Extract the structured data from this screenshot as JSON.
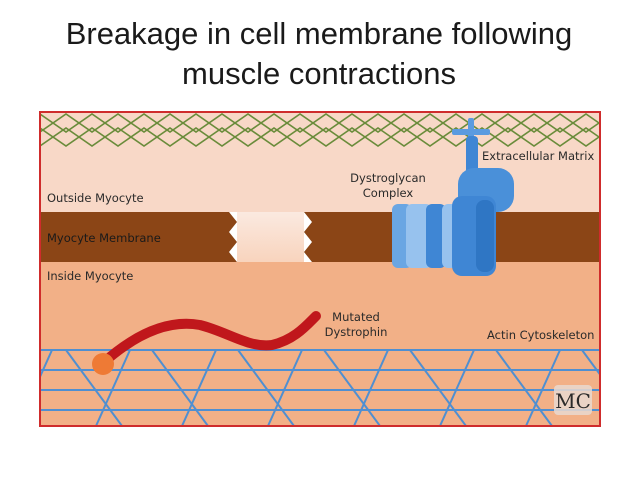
{
  "title": "Breakage in cell membrane following\nmuscle contractions",
  "labels": {
    "outside_myocyte": "Outside Myocyte",
    "myocyte_membrane": "Myocyte Membrane",
    "inside_myocyte": "Inside Myocyte",
    "extracellular_matrix": "Extracellular Matrix",
    "dystroglycan_line1": "Dystroglycan",
    "dystroglycan_line2": "Complex",
    "mutated_line1": "Mutated",
    "mutated_line2": "Dystrophin",
    "actin_cytoskeleton": "Actin Cytoskeleton"
  },
  "logo": {
    "text": "MC"
  },
  "colors": {
    "outside": "#f8d8c7",
    "membrane": "#8b4516",
    "inside": "#f2b087",
    "matrix_mesh": "#6a8c3b",
    "actin_grid": "#4f8fd1",
    "dystroglycan": "#4a90d9",
    "dystrophin": "#c0171c",
    "dystrophin_end": "#ee7a35",
    "frame": "#cf2c2c"
  }
}
